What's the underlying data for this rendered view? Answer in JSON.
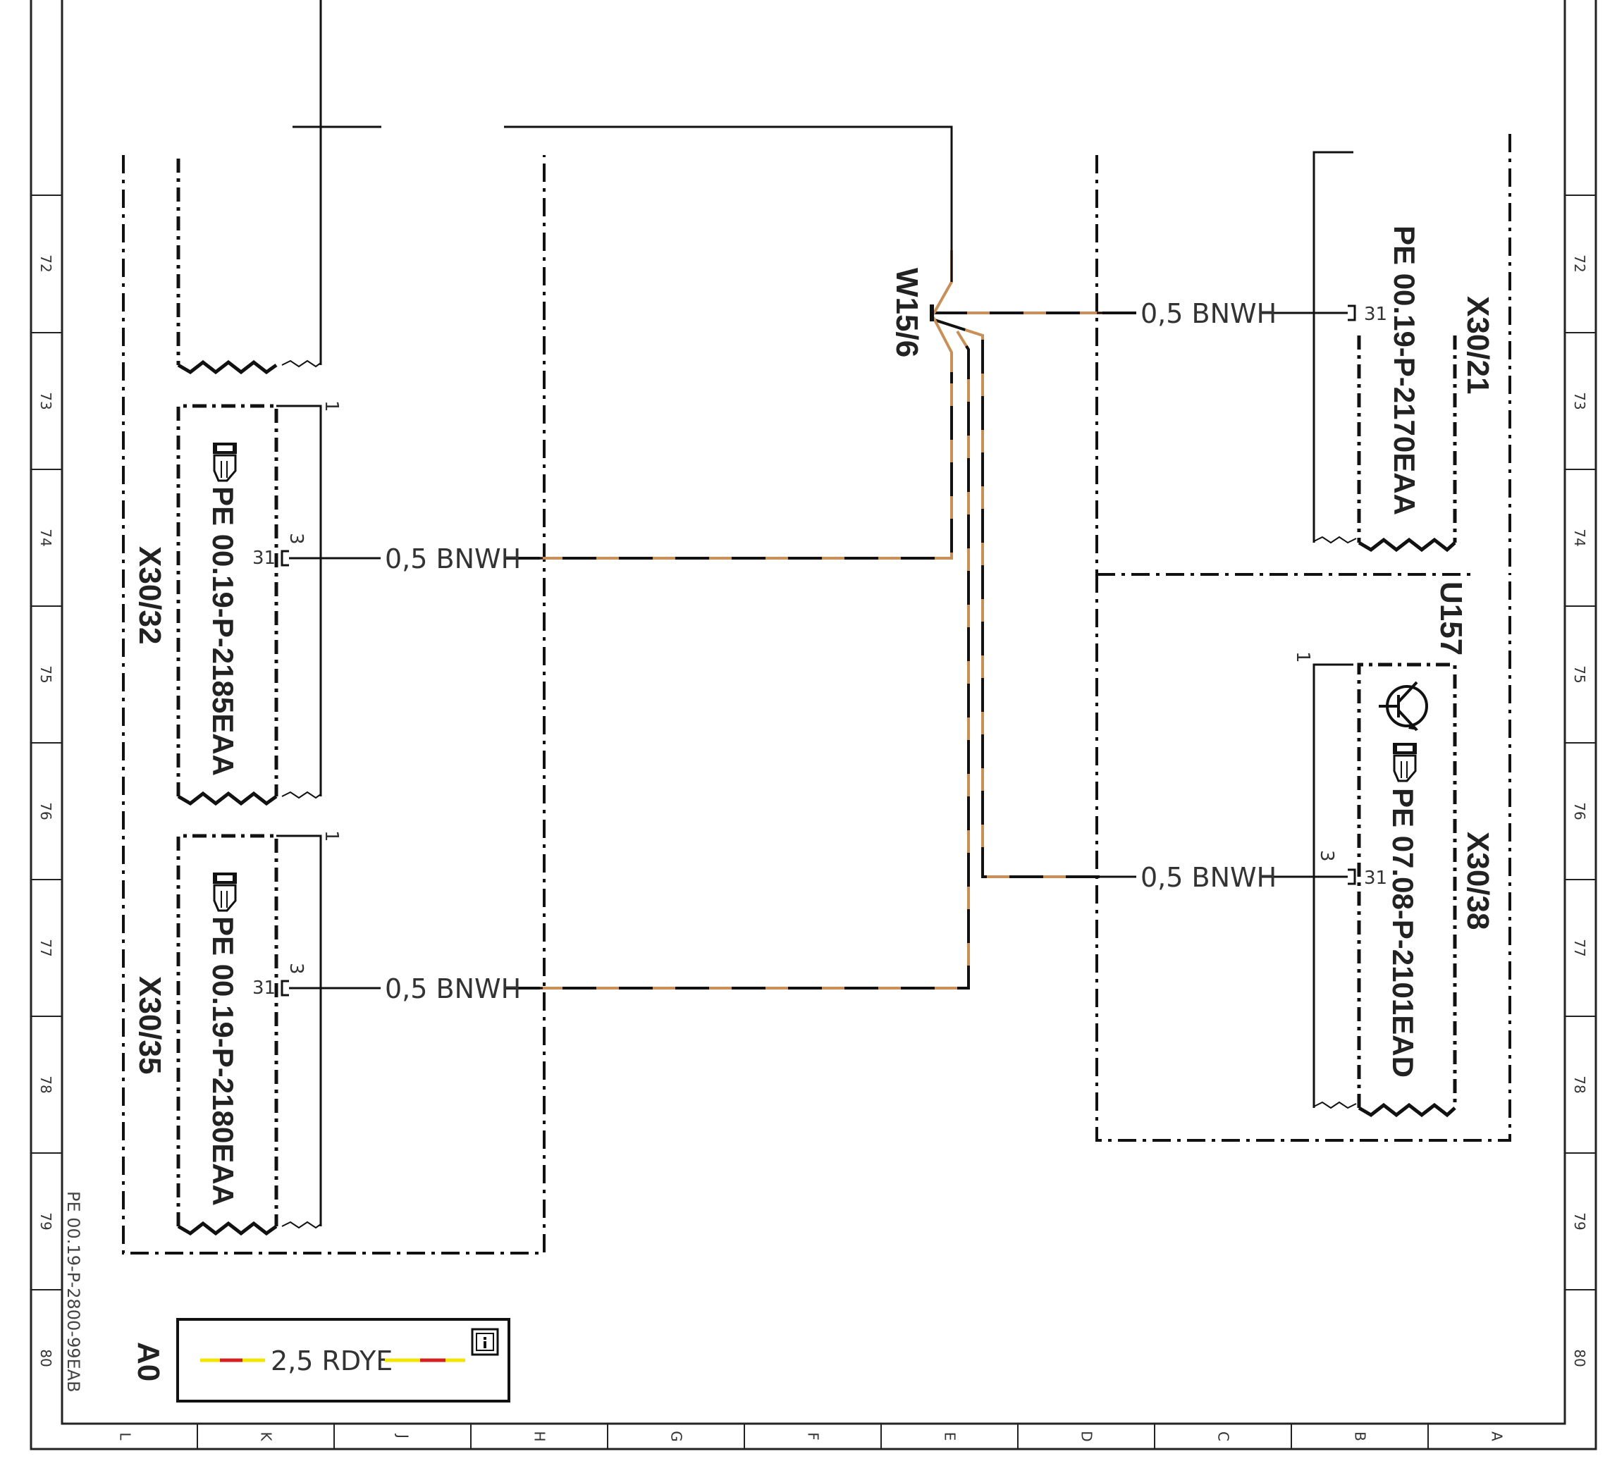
{
  "sheet": {
    "document_number": "PE 00.19-P-2800-99EAB",
    "row_labels": [
      "72",
      "73",
      "74",
      "75",
      "76",
      "77",
      "78",
      "79",
      "80"
    ],
    "column_labels": [
      "L",
      "K",
      "J",
      "H",
      "G",
      "F",
      "E",
      "D",
      "C",
      "B",
      "A"
    ]
  },
  "connectors": {
    "x30_32": {
      "name": "X30/32",
      "reference": "PE 00.19-P-2185EAA",
      "pin_top": "1",
      "pin_contact": "3",
      "pin_terminal": "31"
    },
    "x30_35": {
      "name": "X30/35",
      "reference": "PE 00.19-P-2180EAA",
      "pin_top": "1",
      "pin_contact": "3",
      "pin_terminal": "31"
    },
    "x30_21": {
      "name": "X30/21",
      "reference": "PE 00.19-P-2170EAA",
      "pin_terminal": "31"
    },
    "x30_38": {
      "name": "X30/38",
      "reference": "PE 07.08-P-2101EAD",
      "pin_top": "1",
      "pin_contact": "3",
      "pin_terminal": "31"
    }
  },
  "modules": {
    "u157": {
      "name": "U157"
    },
    "a0": {
      "name": "A0",
      "wire_label": "2,5 RDYE",
      "info_icon": "info-icon"
    }
  },
  "splice": {
    "name": "W15/6"
  },
  "wires": {
    "w1": "0,5 BNWH",
    "w2": "0,5 BNWH",
    "w3": "0,5 BNWH",
    "w4": "0,5 BNWH"
  },
  "colors": {
    "frame": "#222222",
    "wire_brown": "#c89058",
    "wire_black": "#111111",
    "wire_red": "#d42020",
    "wire_yellow": "#f2e600"
  }
}
